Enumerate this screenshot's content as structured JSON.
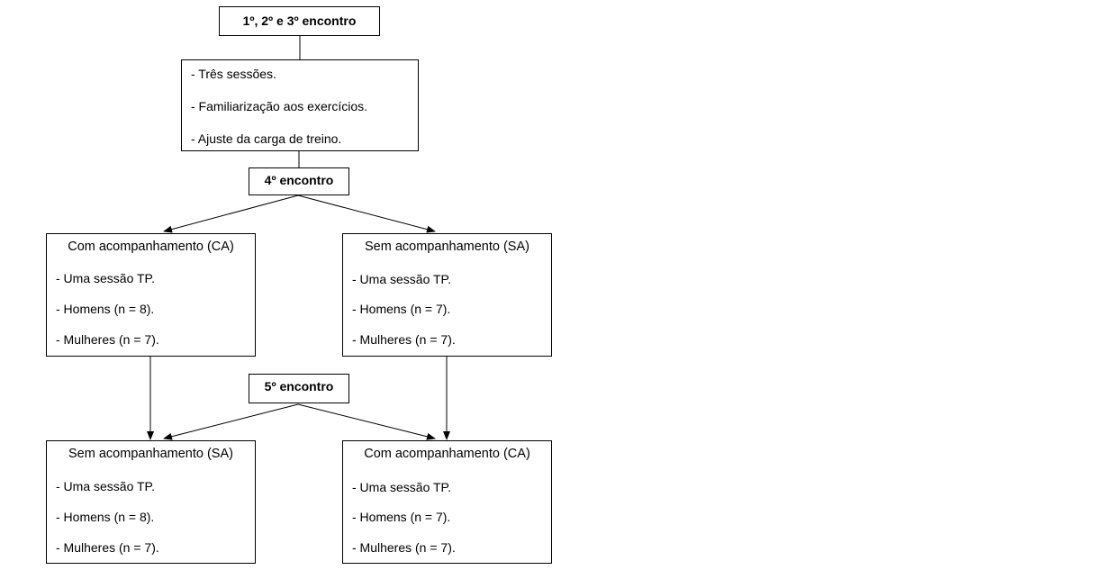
{
  "nodes": {
    "first_meetings": {
      "title": "1º, 2º e 3º encontro"
    },
    "familiarization": {
      "lines": [
        "- Três sessões.",
        "- Familiarização aos exercícios.",
        "- Ajuste da carga de treino."
      ]
    },
    "fourth_meeting": {
      "title": "4º encontro"
    },
    "fifth_meeting": {
      "title": "5º encontro"
    },
    "ca_4": {
      "heading": "Com acompanhamento (CA)",
      "lines": [
        "- Uma sessão TP.",
        "- Homens (n = 8).",
        "- Mulheres (n = 7)."
      ]
    },
    "sa_4": {
      "heading": "Sem acompanhamento (SA)",
      "lines": [
        "- Uma sessão TP.",
        "- Homens (n = 7).",
        "- Mulheres (n = 7)."
      ]
    },
    "sa_5": {
      "heading": "Sem acompanhamento (SA)",
      "lines": [
        "- Uma sessão TP.",
        "- Homens (n = 8).",
        "- Mulheres (n = 7)."
      ]
    },
    "ca_5": {
      "heading": "Com acompanhamento (CA)",
      "lines": [
        "- Uma sessão TP.",
        "- Homens (n = 7).",
        "- Mulheres (n = 7)."
      ]
    }
  }
}
